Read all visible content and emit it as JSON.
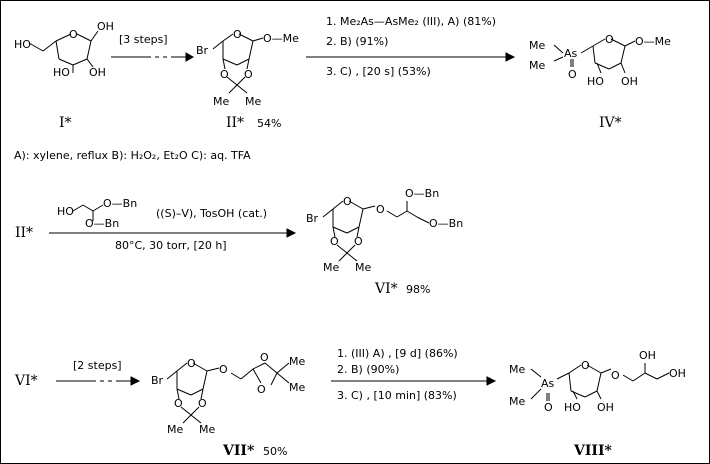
{
  "scheme1": {
    "step1": "[3 steps]",
    "conditions": {
      "line1": "1. Me₂As—AsMe₂ (III), A) (81%)",
      "line2": "2. B) (91%)",
      "line3": "3. C) , [20 s] (53%)"
    },
    "compounds": {
      "I": "I*",
      "II": "II*",
      "II_yield": "54%",
      "IV": "IV*"
    }
  },
  "legend": "A): xylene, reflux   B): H₂O₂, Et₂O   C): aq. TFA",
  "scheme2": {
    "start": "II*",
    "reagents": "((S)–V), TosOH (cat.)",
    "conditions": "80°C, 30 torr, [20 h]",
    "product": "VI*",
    "yield": "98%"
  },
  "scheme3": {
    "start": "VI*",
    "step": "[2 steps]",
    "intermediate": "VII*",
    "intermediate_yield": "50%",
    "conditions": {
      "line1": "1. (III) A) , [9 d] (86%)",
      "line2": "2. B) (90%)",
      "line3": "3. C) , [10 min] (83%)"
    },
    "product": "VIII*"
  },
  "atoms": {
    "OH": "OH",
    "HO": "HO",
    "O": "O",
    "Me": "Me",
    "Br": "Br",
    "As": "As",
    "OBn": "O—Bn",
    "OMe": "O—Me"
  }
}
